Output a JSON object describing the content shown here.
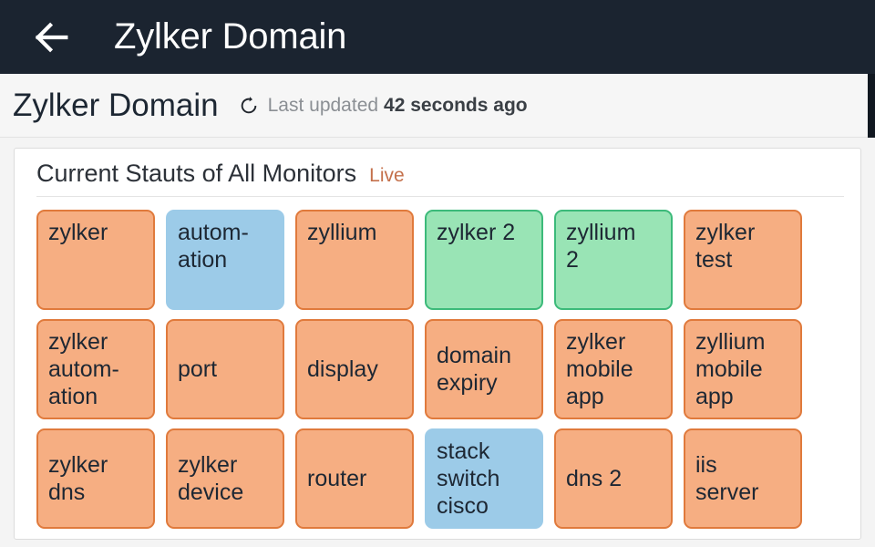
{
  "appbar": {
    "back_icon": "back-arrow-icon",
    "title": "Zylker Domain"
  },
  "subheader": {
    "title": "Zylker Domain",
    "refresh_icon": "refresh-icon",
    "updated_label": "Last updated",
    "updated_value": "42 seconds ago"
  },
  "card": {
    "title": "Current Stauts of All Monitors",
    "live_label": "Live",
    "colors": {
      "down_fill": "#f6ae82",
      "down_border": "#e07a3c",
      "up_fill": "#99e4b5",
      "up_border": "#3cba7a",
      "trouble_fill": "#9ccbe8",
      "accent_live": "#c4704b",
      "appbar_bg": "#1b2430"
    },
    "monitors": [
      {
        "label": "zylker",
        "status": "down",
        "align": "top"
      },
      {
        "label": "autom-\nation",
        "status": "trouble",
        "align": "top"
      },
      {
        "label": "zyllium",
        "status": "down",
        "align": "top"
      },
      {
        "label": "zylker 2",
        "status": "up",
        "align": "top"
      },
      {
        "label": "zyllium\n2",
        "status": "up",
        "align": "top"
      },
      {
        "label": "zylker\ntest",
        "status": "down",
        "align": "top"
      },
      {
        "label": "zylker\nautom-\nation",
        "status": "down",
        "align": "top"
      },
      {
        "label": "port",
        "status": "down",
        "align": "mid"
      },
      {
        "label": "display",
        "status": "down",
        "align": "mid"
      },
      {
        "label": "domain\nexpiry",
        "status": "down",
        "align": "mid"
      },
      {
        "label": "zylker\nmobile\napp",
        "status": "down",
        "align": "top"
      },
      {
        "label": "zyllium\nmobile\napp",
        "status": "down",
        "align": "top"
      },
      {
        "label": "zylker\ndns",
        "status": "down",
        "align": "mid"
      },
      {
        "label": "zylker\ndevice",
        "status": "down",
        "align": "mid"
      },
      {
        "label": "router",
        "status": "down",
        "align": "mid"
      },
      {
        "label": "stack\nswitch\ncisco",
        "status": "trouble",
        "align": "top"
      },
      {
        "label": "dns 2",
        "status": "down",
        "align": "mid"
      },
      {
        "label": "iis\nserver",
        "status": "down",
        "align": "mid"
      }
    ]
  }
}
